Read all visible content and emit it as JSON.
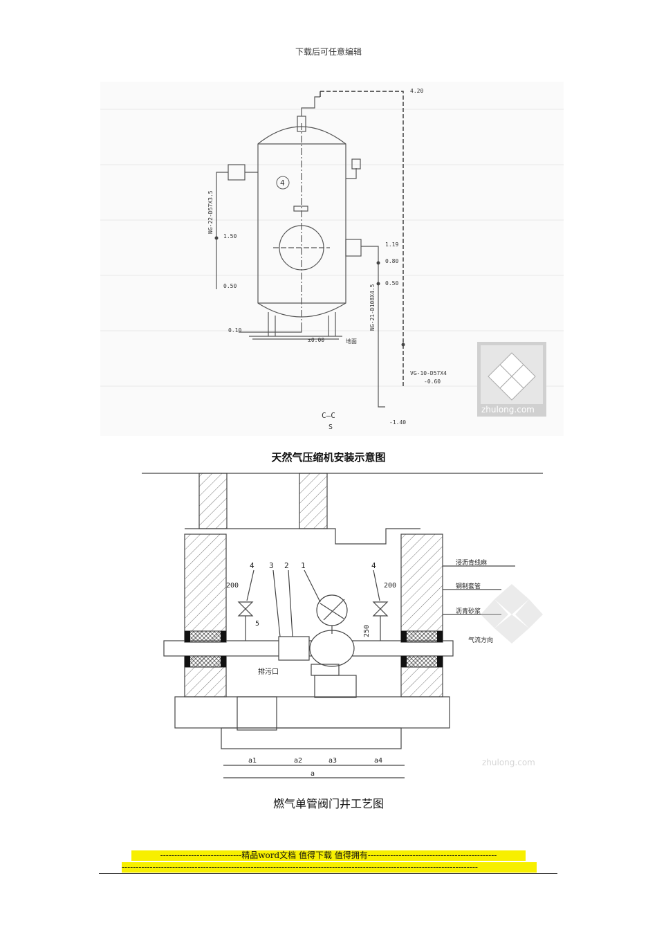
{
  "header": {
    "note": "下载后可任意编辑"
  },
  "figure1": {
    "caption": "天然气压缩机安装示意图",
    "tag_number": "4",
    "section_label": "C—C",
    "section_scale": "S",
    "pipe_labels": [
      "NG-22-D57X3.5",
      "NG-21-D108X4.5",
      "VG-10-D57X4"
    ],
    "elevations": [
      "4.20",
      "1.50",
      "0.50",
      "1.19",
      "0.80",
      "0.50",
      "±0.00",
      "0.10",
      "-0.60",
      "-1.40"
    ],
    "ground_label": "地面",
    "watermark": "zhulong.com"
  },
  "figure2": {
    "caption": "燃气单管阀门井工艺图",
    "callouts": [
      "4",
      "3",
      "2",
      "1",
      "4"
    ],
    "dims": [
      "200",
      "200",
      "250",
      "5"
    ],
    "labels": [
      "浸沥青线麻",
      "钢制套管",
      "沥青砂浆",
      "气流方向",
      "排污口"
    ],
    "dim_row": [
      "a1",
      "a2",
      "a3",
      "a4"
    ],
    "dim_total": "a",
    "watermark": "zhulong.com"
  },
  "footer": {
    "banner_text": "-----------------------------精品word文档 值得下载 值得拥有----------------------------------------------",
    "banner_dashes": "-------------------------------------------------------------------------------------------------------------------------------"
  }
}
